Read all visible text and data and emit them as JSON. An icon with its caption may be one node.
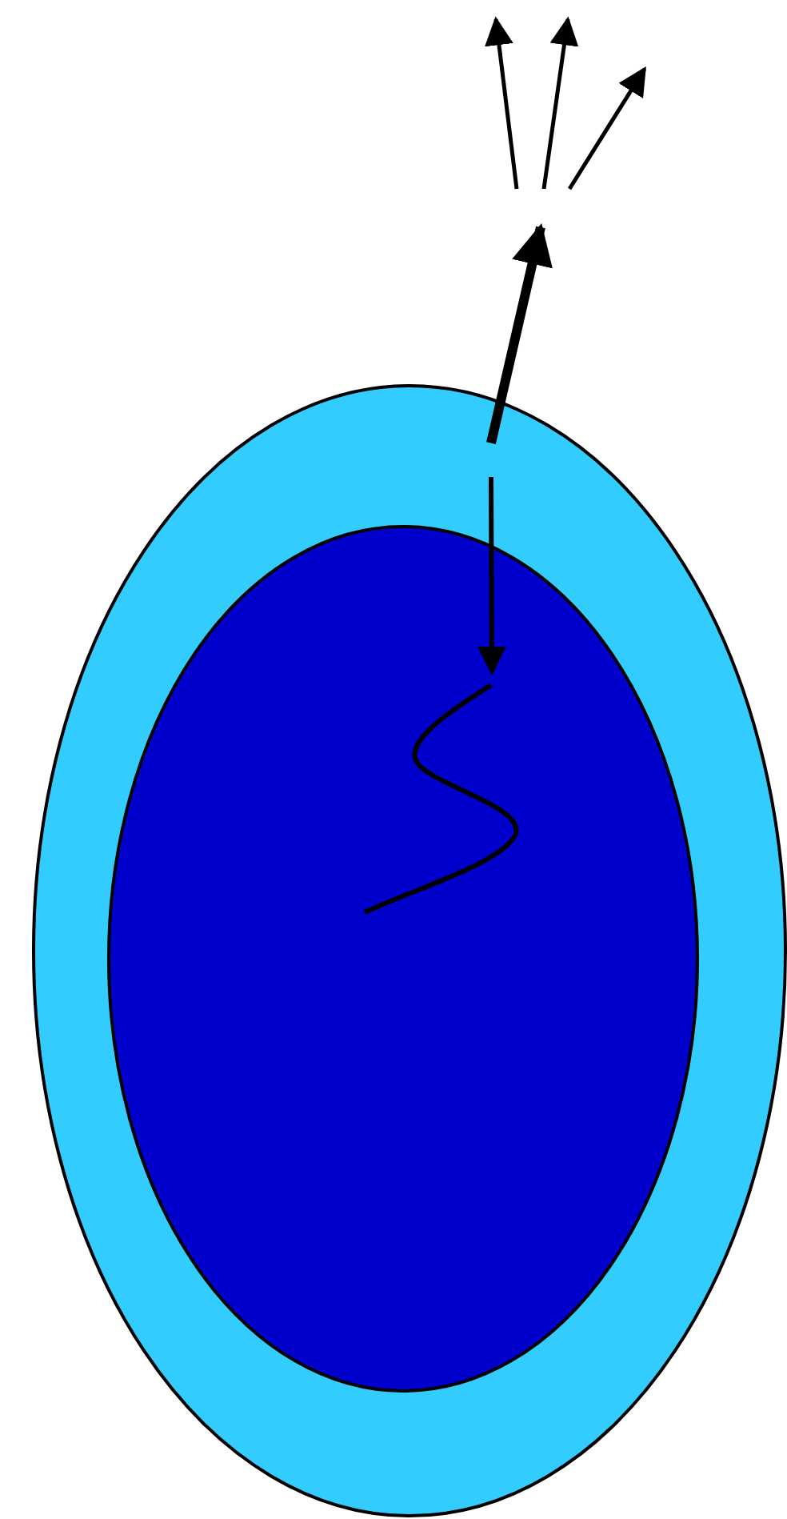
{
  "diagram": {
    "nodes": [
      {
        "text": [],
        "shape": "ellipse"
      },
      {
        "text": [],
        "shape": "ellipse",
        "in": 0
      }
    ],
    "edges": [
      {
        "from": null,
        "to": 1,
        "arrow": "to"
      },
      {
        "from": 0,
        "to": null,
        "arrow": "to",
        "style": "thick"
      }
    ]
  }
}
